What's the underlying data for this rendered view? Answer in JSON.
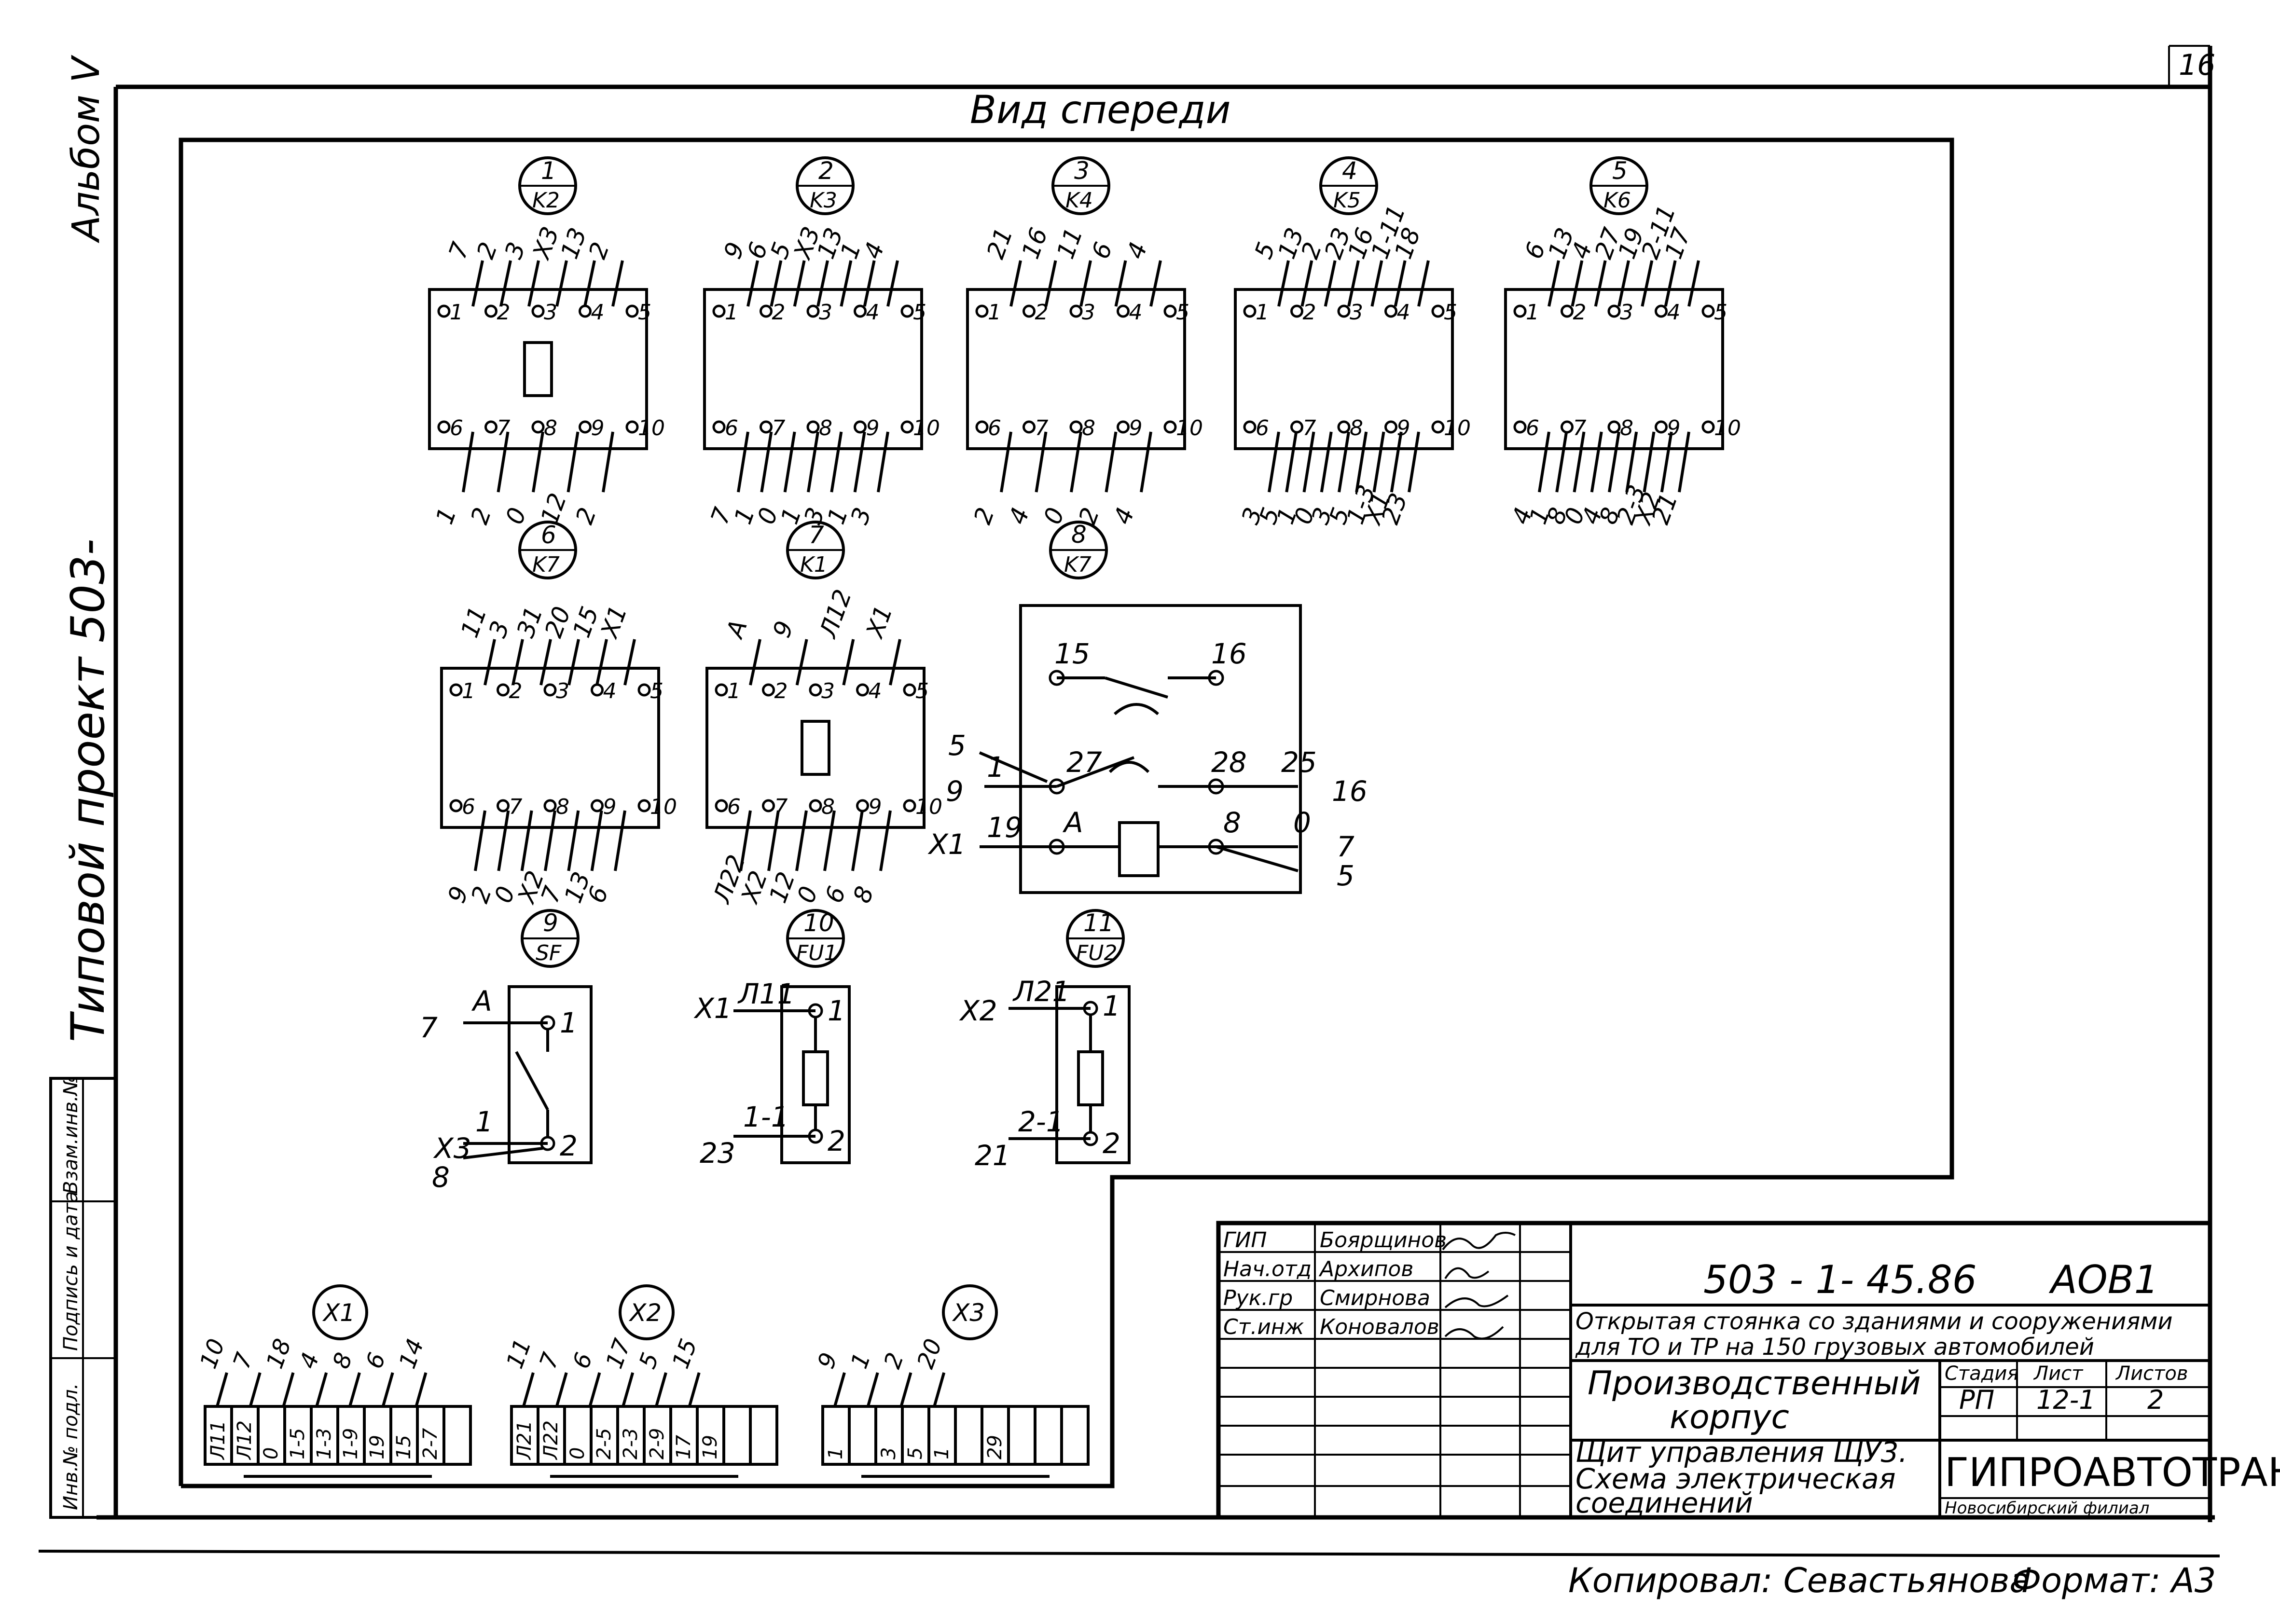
{
  "sheet_number": "16",
  "album": "Альбом V",
  "project": "Типовой проект 503-",
  "view_title": "Вид спереди",
  "side_stamp": [
    "Инв.№ подл.",
    "Подпись и дата",
    "Взам.инв.№"
  ],
  "relays": [
    {
      "pos": "1",
      "ref": "K2",
      "top": [
        "7",
        "2",
        "3",
        "X3",
        "13",
        "2"
      ],
      "bottom": [
        "1",
        "2",
        "0",
        "12",
        "2"
      ]
    },
    {
      "pos": "2",
      "ref": "K3",
      "top": [
        "9",
        "6",
        "5",
        "X3",
        "13",
        "1",
        "4"
      ],
      "bottom": [
        "7",
        "1",
        "0",
        "1",
        "3",
        "1",
        "3"
      ]
    },
    {
      "pos": "3",
      "ref": "K4",
      "top": [
        "21",
        "16",
        "11",
        "6",
        "4"
      ],
      "bottom": [
        "2",
        "4",
        "0",
        "2",
        "4"
      ]
    },
    {
      "pos": "4",
      "ref": "K5",
      "top": [
        "5",
        "13",
        "2",
        "23",
        "16",
        "1-11",
        "18"
      ],
      "bottom": [
        "3",
        "5",
        "1",
        "0",
        "3",
        "5",
        "1-3",
        "X1",
        "23"
      ]
    },
    {
      "pos": "5",
      "ref": "K6",
      "top": [
        "6",
        "13",
        "4",
        "27",
        "19",
        "2-11",
        "17"
      ],
      "bottom": [
        "4",
        "1",
        "8",
        "0",
        "4",
        "8",
        "2-3",
        "X2",
        "21"
      ]
    },
    {
      "pos": "6",
      "ref": "K7",
      "top": [
        "11",
        "3",
        "31",
        "20",
        "15",
        "X1"
      ],
      "bottom": [
        "9",
        "2",
        "0",
        "X2",
        "7",
        "13",
        "6"
      ]
    },
    {
      "pos": "7",
      "ref": "K1",
      "top": [
        "A",
        "9",
        "Л12",
        "X1"
      ],
      "bottom": [
        "Л22",
        "X2",
        "12",
        "0",
        "6",
        "8"
      ]
    }
  ],
  "terminal_numbers": [
    "1",
    "2",
    "3",
    "4",
    "5",
    "6",
    "7",
    "8",
    "9",
    "10"
  ],
  "timer": {
    "pos": "8",
    "ref": "K7",
    "contacts": [
      "15",
      "16",
      "27",
      "28",
      "A",
      "8"
    ],
    "wires_left": [
      "5",
      "1",
      "9",
      "X1",
      "19"
    ],
    "wires_right": [
      "25",
      "16",
      "0",
      "7",
      "5"
    ]
  },
  "breaker": {
    "pos": "9",
    "ref": "SF",
    "labels": [
      "A",
      "7",
      "1",
      "X3",
      "1",
      "8",
      "2"
    ]
  },
  "fuse1": {
    "pos": "10",
    "ref": "FU1",
    "labels": [
      "X1",
      "Л11",
      "1",
      "1-1",
      "23",
      "2"
    ]
  },
  "fuse2": {
    "pos": "11",
    "ref": "FU2",
    "labels": [
      "X2",
      "Л21",
      "1",
      "2-1",
      "21",
      "2"
    ]
  },
  "terminal_blocks": [
    {
      "ref": "X1",
      "wires": [
        "10",
        "7",
        "18",
        "4",
        "8",
        "6",
        "14"
      ],
      "cells": [
        "Л11",
        "Л12",
        "0",
        "1-5",
        "1-3",
        "1-9",
        "19",
        "15",
        "2-7",
        ""
      ]
    },
    {
      "ref": "X2",
      "wires": [
        "11",
        "7",
        "6",
        "17",
        "5",
        "15"
      ],
      "cells": [
        "Л21",
        "Л22",
        "0",
        "2-5",
        "2-3",
        "2-9",
        "17",
        "19",
        "",
        ""
      ]
    },
    {
      "ref": "X3",
      "wires": [
        "9",
        "1",
        "2",
        "20"
      ],
      "cells": [
        "1",
        "",
        "3",
        "5",
        "1",
        "",
        "29",
        "",
        "",
        ""
      ]
    }
  ],
  "title_block": {
    "doc_code": "503 - 1- 45.86",
    "sheet_code": "АОВ1",
    "roles": [
      "ГИП",
      "Нач.отд",
      "Рук.гр",
      "Ст.инж"
    ],
    "names": [
      "Боярщинов",
      "Архипов",
      "Смирнова",
      "Коновалов"
    ],
    "object_title": "Открытая стоянка со зданиями и сооружениями для ТО и ТР на 150 грузовых автомобилей",
    "building": "Производственный корпус",
    "stage_header": "Стадия",
    "sheet_header": "Лист",
    "sheets_header": "Листов",
    "stage": "РП",
    "sheet": "12-1",
    "sheets": "2",
    "drawing_title": "Щит управления ЩУ3. Схема электрическая соединений",
    "org": "ГИПРОАВТОТРАНС",
    "branch": "Новосибирский филиал"
  },
  "copied_by": "Копировал: Севастьянова",
  "format": "Формат: А3"
}
